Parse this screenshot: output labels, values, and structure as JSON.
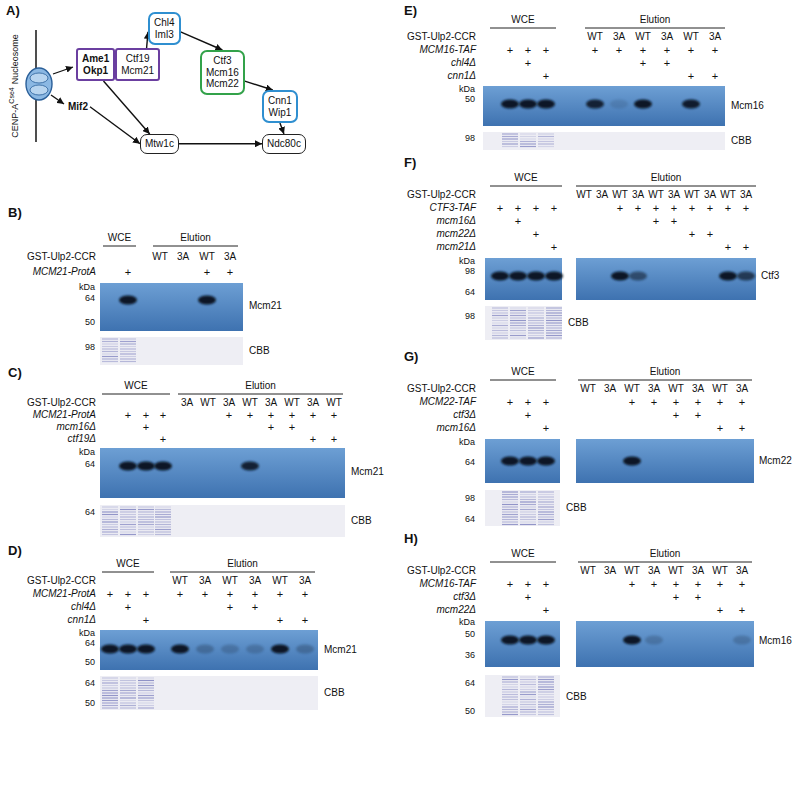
{
  "diagram": {
    "nodes": [
      {
        "text": [
          "Ame1 Okp1"
        ]
      },
      {
        "text": [
          "Ctf19 Mcm21"
        ]
      },
      {
        "text": [
          "Chl4 Iml3"
        ]
      },
      {
        "text": [
          "Ctf3 Mcm16 Mcm22"
        ]
      },
      {
        "text": [
          "Cnn1 Wip1"
        ]
      },
      {
        "text": [
          "Mif2"
        ]
      },
      {
        "text": [
          "Mtw1c"
        ]
      },
      {
        "text": [
          "Ndc80c"
        ]
      }
    ],
    "edges": [
      {
        "from": 1,
        "to": 2,
        "arrow": "to"
      },
      {
        "from": 2,
        "to": 3,
        "arrow": "to"
      },
      {
        "from": 3,
        "to": 4,
        "arrow": "to"
      },
      {
        "from": 4,
        "to": 7,
        "arrow": "to"
      },
      {
        "from": 0,
        "to": 6,
        "arrow": "to"
      },
      {
        "from": 5,
        "to": 6,
        "arrow": "to"
      },
      {
        "from": 6,
        "to": 7,
        "arrow": "to"
      }
    ],
    "labels": [
      "A)",
      "CENP-A",
      "Cse4",
      "Nucleosome",
      "B)",
      "WCE",
      "Elution",
      "GST-Ulp2-CCR",
      "WT",
      "3A",
      "WT",
      "3A",
      "MCM21-ProtA",
      "+",
      "+",
      "+",
      "kDa",
      "64",
      "50",
      "Mcm21",
      "98",
      "CBB",
      "C)",
      "WCE",
      "Elution",
      "GST-Ulp2-CCR",
      "3A",
      "WT",
      "3A",
      "WT",
      "3A",
      "WT",
      "3A",
      "WT",
      "MCM21-ProtA",
      "+",
      "+",
      "+",
      "+",
      "+",
      "+",
      "+",
      "+",
      "+",
      "mcm16Δ",
      "+",
      "+",
      "+",
      "ctf19Δ",
      "+",
      "+",
      "+",
      "kDa",
      "64",
      "Mcm21",
      "64",
      "CBB",
      "D)",
      "WCE",
      "Elution",
      "GST-Ulp2-CCR",
      "WT",
      "3A",
      "WT",
      "3A",
      "WT",
      "3A",
      "MCM21-ProtA",
      "+",
      "+",
      "+",
      "+",
      "+",
      "+",
      "+",
      "+",
      "+",
      "chl4Δ",
      "+",
      "+",
      "+",
      "cnn1Δ",
      "+",
      "+",
      "+",
      "kDa",
      "64",
      "50",
      "Mcm21",
      "64",
      "50",
      "CBB",
      "E)",
      "WCE",
      "Elution",
      "GST-Ulp2-CCR",
      "WT",
      "3A",
      "WT",
      "3A",
      "WT",
      "3A",
      "MCM16-TAF",
      "+",
      "+",
      "+",
      "+",
      "+",
      "+",
      "+",
      "+",
      "+",
      "chl4Δ",
      "+",
      "+",
      "+",
      "cnn1Δ",
      "+",
      "+",
      "+",
      "kDa",
      "50",
      "Mcm16",
      "98",
      "CBB",
      "F)",
      "WCE",
      "Elution",
      "GST-Ulp2-CCR",
      "WT",
      "3A",
      "WT",
      "3A",
      "WT",
      "3A",
      "WT",
      "3A",
      "WT",
      "3A",
      "CTF3-TAF",
      "+",
      "+",
      "+",
      "+",
      "+",
      "+",
      "+",
      "+",
      "+",
      "+",
      "+",
      "+",
      "mcm16Δ",
      "+",
      "+",
      "+",
      "mcm22Δ",
      "+",
      "+",
      "+",
      "mcm21Δ",
      "+",
      "+",
      "+",
      "kDa",
      "98",
      "64",
      "Ctf3",
      "98",
      "CBB",
      "G)",
      "WCE",
      "Elution",
      "GST-Ulp2-CCR",
      "WT",
      "3A",
      "WT",
      "3A",
      "WT",
      "3A",
      "WT",
      "3A",
      "MCM22-TAF",
      "+",
      "+",
      "+",
      "+",
      "+",
      "+",
      "+",
      "+",
      "+",
      "ctf3Δ",
      "+",
      "+",
      "+",
      "mcm16Δ",
      "+",
      "+",
      "+",
      "kDa",
      "64",
      "Mcm22",
      "98",
      "64",
      "CBB",
      "H)",
      "WCE",
      "Elution",
      "GST-Ulp2-CCR",
      "WT",
      "3A",
      "WT",
      "3A",
      "WT",
      "3A",
      "WT",
      "3A",
      "MCM16-TAF",
      "+",
      "+",
      "+",
      "+",
      "+",
      "+",
      "+",
      "+",
      "+",
      "ctf3Δ",
      "+",
      "+",
      "+",
      "mcm22Δ",
      "+",
      "+",
      "+",
      "kDa",
      "50",
      "36",
      "Mcm16",
      "64",
      "50",
      "CBB"
    ]
  }
}
